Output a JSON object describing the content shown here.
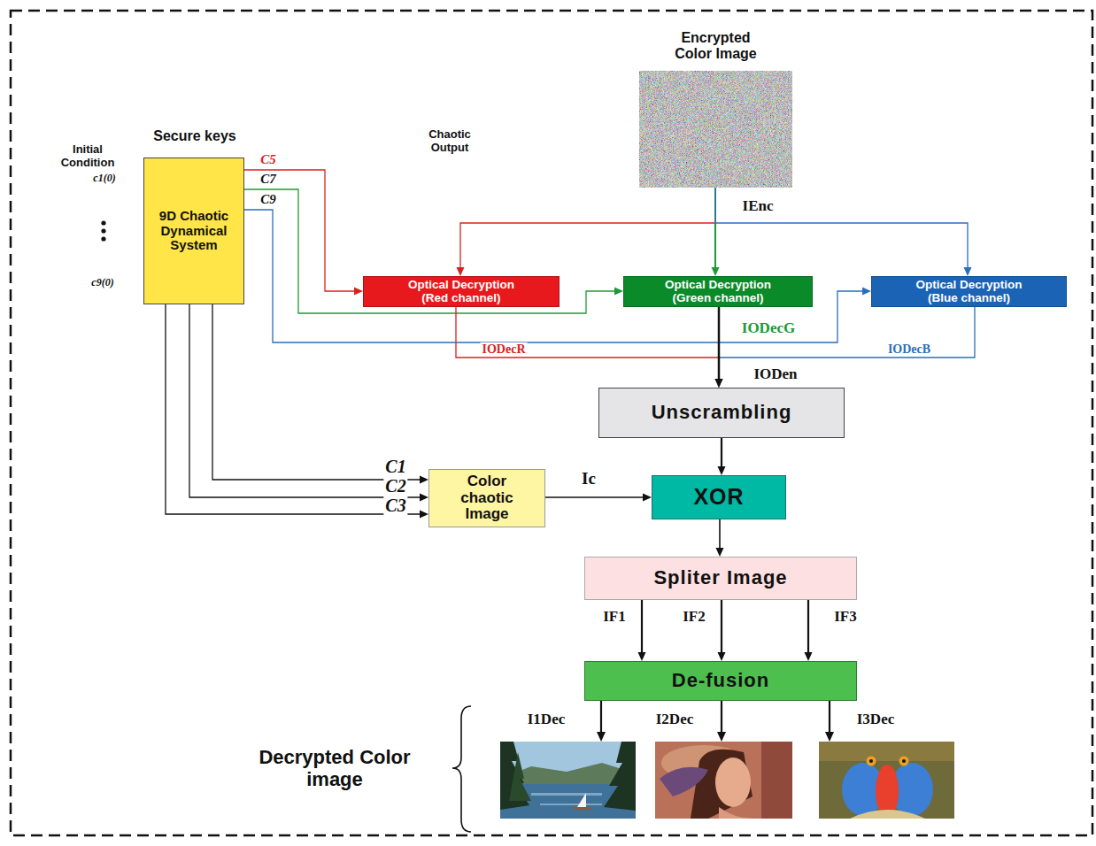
{
  "diagram": {
    "nodes": [
      {
        "text": [
          "Encrypted Color Image"
        ]
      },
      {
        "text": [
          "9D Chaotic Dynamical System"
        ]
      },
      {
        "text": [
          "Optical Decryption (Red channel)"
        ]
      },
      {
        "text": [
          "Optical Decryption (Green channel)"
        ]
      },
      {
        "text": [
          "Optical Decryption (Blue channel)"
        ]
      },
      {
        "text": [
          "Unscrambling"
        ]
      },
      {
        "text": [
          "Color chaotic Image"
        ]
      },
      {
        "text": [
          "XOR"
        ]
      },
      {
        "text": [
          "Spliter Image"
        ]
      },
      {
        "text": [
          "De-fusion"
        ]
      }
    ],
    "edges": [
      {
        "from": 1,
        "to": 2,
        "label": "C5",
        "arrow": "to"
      },
      {
        "from": 1,
        "to": 3,
        "label": "C7",
        "arrow": "to"
      },
      {
        "from": 1,
        "to": 4,
        "label": "C9",
        "arrow": "to"
      },
      {
        "from": 0,
        "to": 2,
        "arrow": "to"
      },
      {
        "from": 0,
        "to": 3,
        "label": "IEnc",
        "arrow": "to"
      },
      {
        "from": 0,
        "to": 4,
        "arrow": "to"
      },
      {
        "from": 2,
        "to": 5,
        "label": "IODecR",
        "arrow": "to"
      },
      {
        "from": 3,
        "to": 5,
        "label": "IODecG",
        "arrow": "to"
      },
      {
        "from": 4,
        "to": 5,
        "label": "IODecB",
        "arrow": "to"
      },
      {
        "from": 1,
        "to": 6,
        "label": "C1",
        "arrow": "to"
      },
      {
        "from": 1,
        "to": 6,
        "label": "C2",
        "arrow": "to"
      },
      {
        "from": 1,
        "to": 6,
        "label": "C3",
        "arrow": "to"
      },
      {
        "from": 6,
        "to": 7,
        "label": "Ic",
        "arrow": "to"
      },
      {
        "from": 5,
        "to": 7,
        "arrow": "to"
      },
      {
        "from": 7,
        "to": 8,
        "arrow": "to"
      },
      {
        "from": 8,
        "to": 9,
        "label": "IF1",
        "arrow": "to"
      },
      {
        "from": 8,
        "to": 9,
        "label": "IF2",
        "arrow": "to"
      },
      {
        "from": 8,
        "to": 9,
        "label": "IF3",
        "arrow": "to"
      }
    ],
    "labels": [
      "Secure keys",
      "Initial Condition",
      "c1(0)",
      "c9(0)",
      "Chaotic Output",
      "IODen",
      "I1Dec",
      "I2Dec",
      "I3Dec",
      "Decrypted Color image"
    ]
  }
}
